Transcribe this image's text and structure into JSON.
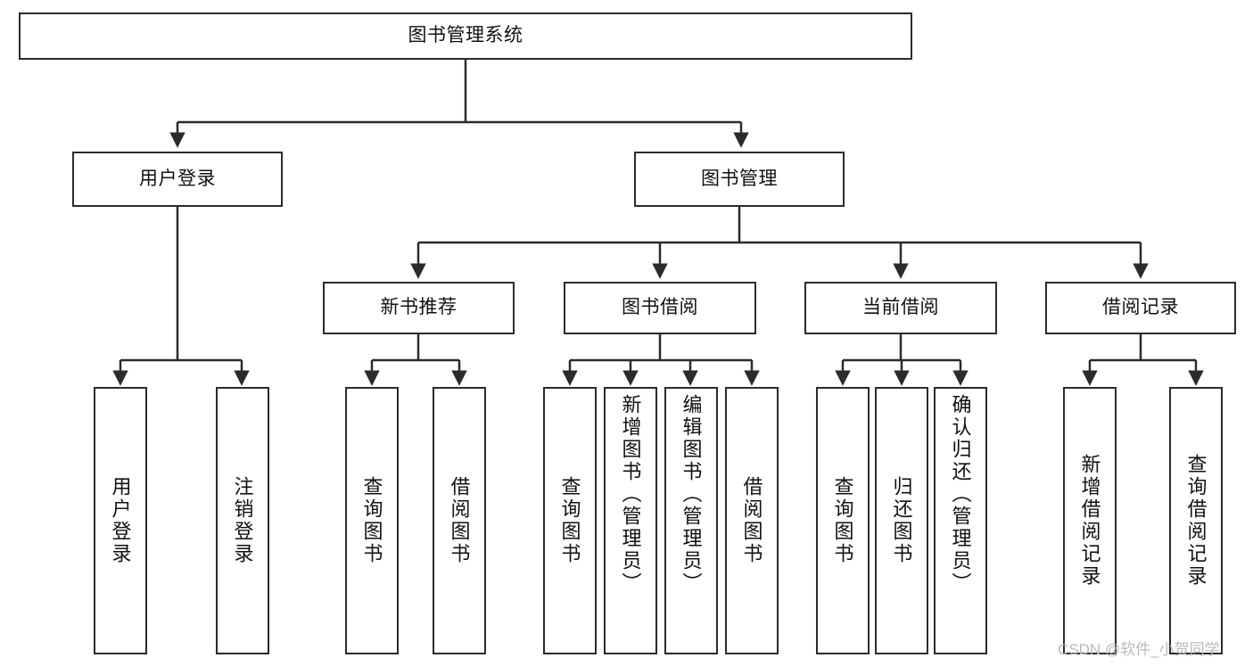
{
  "diagram": {
    "title": "图书管理系统",
    "type": "tree-hierarchy",
    "root": {
      "label": "图书管理系统"
    },
    "level2": [
      {
        "label": "用户登录"
      },
      {
        "label": "图书管理"
      }
    ],
    "level3": [
      {
        "label": "新书推荐"
      },
      {
        "label": "图书借阅"
      },
      {
        "label": "当前借阅"
      },
      {
        "label": "借阅记录"
      }
    ],
    "leaves": {
      "user_login": [
        {
          "label": "用户登录"
        },
        {
          "label": "注销登录"
        }
      ],
      "new_book_recommend": [
        {
          "label": "查询图书"
        },
        {
          "label": "借阅图书"
        }
      ],
      "book_borrow": [
        {
          "label": "查询图书"
        },
        {
          "label": "新增图书（管理员）"
        },
        {
          "label": "编辑图书（管理员）"
        },
        {
          "label": "借阅图书"
        }
      ],
      "current_borrow": [
        {
          "label": "查询图书"
        },
        {
          "label": "归还图书"
        },
        {
          "label": "确认归还（管理员）"
        }
      ],
      "borrow_record": [
        {
          "label": "新增借阅记录"
        },
        {
          "label": "查询借阅记录"
        }
      ]
    }
  },
  "watermark": {
    "text": "CSDN @软件_小贺同学"
  },
  "colors": {
    "stroke": "#2b2b2b",
    "fill": "#ffffff",
    "text": "#111111",
    "watermark": "#b9b9b9"
  }
}
